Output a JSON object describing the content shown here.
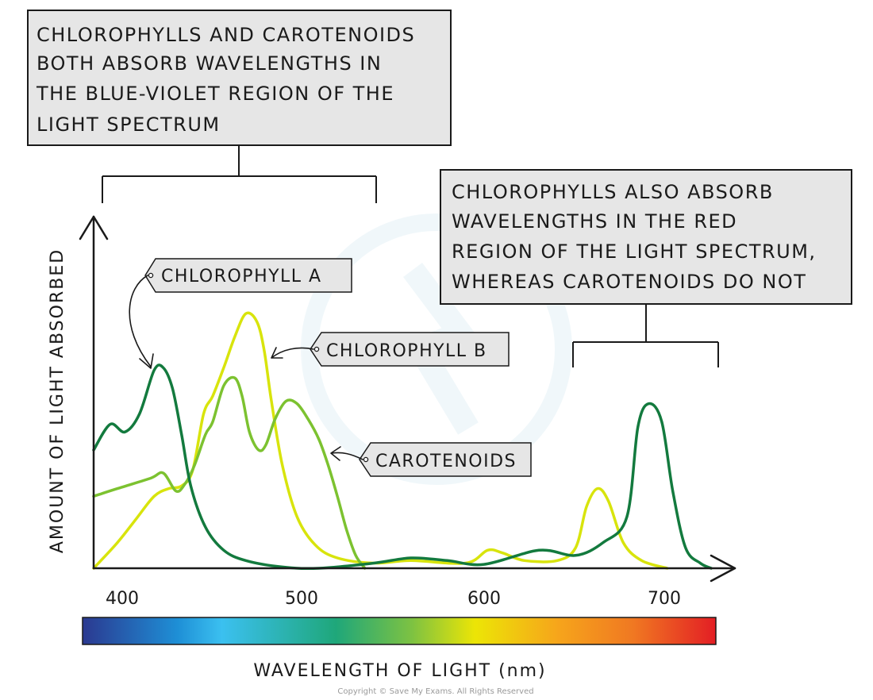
{
  "callouts": {
    "blue_violet": [
      "CHLOROPHYLLS AND CAROTENOIDS",
      "BOTH ABSORB WAVELENGTHS IN",
      "THE BLUE-VIOLET REGION OF THE",
      "LIGHT SPECTRUM"
    ],
    "red": [
      "CHLOROPHYLLS ALSO ABSORB",
      "WAVELENGTHS IN THE RED",
      "REGION OF THE LIGHT SPECTRUM,",
      "WHEREAS CAROTENOIDS DO NOT"
    ]
  },
  "colors": {
    "chlorophyll_a": "#137a3e",
    "chlorophyll_b": "#7cc230",
    "carotenoids": "#d8e40c",
    "box_fill": "#e6e6e6",
    "ink": "#1a1a1a"
  },
  "copyright": "Copyright © Save My Exams. All Rights Reserved",
  "chart_data": {
    "type": "line",
    "xlabel": "WAVELENGTH OF LIGHT (nm)",
    "ylabel": "AMOUNT OF LIGHT ABSORBED",
    "xlim": [
      387,
      730
    ],
    "ylim": [
      0,
      100
    ],
    "x_ticks": [
      400,
      500,
      600,
      700
    ],
    "grid": false,
    "spectrum_bar": true,
    "series": [
      {
        "name": "CHLOROPHYLL A",
        "points": [
          [
            387,
            46
          ],
          [
            396,
            56
          ],
          [
            404,
            53
          ],
          [
            412,
            60
          ],
          [
            420,
            77
          ],
          [
            425,
            78
          ],
          [
            430,
            70
          ],
          [
            435,
            52
          ],
          [
            440,
            32
          ],
          [
            448,
            16
          ],
          [
            458,
            7
          ],
          [
            470,
            3
          ],
          [
            490,
            0.5
          ],
          [
            510,
            0
          ],
          [
            540,
            2
          ],
          [
            560,
            4
          ],
          [
            580,
            3
          ],
          [
            600,
            1.5
          ],
          [
            630,
            7
          ],
          [
            650,
            5
          ],
          [
            665,
            10
          ],
          [
            678,
            20
          ],
          [
            684,
            55
          ],
          [
            690,
            64
          ],
          [
            697,
            57
          ],
          [
            703,
            30
          ],
          [
            710,
            8
          ],
          [
            718,
            2
          ],
          [
            724,
            0
          ]
        ]
      },
      {
        "name": "CHLOROPHYLL B",
        "points": [
          [
            387,
            0
          ],
          [
            400,
            10
          ],
          [
            410,
            19
          ],
          [
            420,
            28
          ],
          [
            428,
            31
          ],
          [
            435,
            32
          ],
          [
            441,
            38
          ],
          [
            447,
            60
          ],
          [
            452,
            67
          ],
          [
            458,
            78
          ],
          [
            464,
            90
          ],
          [
            470,
            99
          ],
          [
            476,
            96
          ],
          [
            480,
            85
          ],
          [
            484,
            65
          ],
          [
            490,
            40
          ],
          [
            498,
            20
          ],
          [
            508,
            9
          ],
          [
            520,
            4
          ],
          [
            540,
            2
          ],
          [
            560,
            3
          ],
          [
            590,
            2
          ],
          [
            602,
            7
          ],
          [
            610,
            6
          ],
          [
            622,
            3
          ],
          [
            640,
            3
          ],
          [
            650,
            8
          ],
          [
            656,
            24
          ],
          [
            662,
            31
          ],
          [
            668,
            26
          ],
          [
            676,
            10
          ],
          [
            686,
            3
          ],
          [
            700,
            0
          ]
        ]
      },
      {
        "name": "CAROTENOIDS",
        "points": [
          [
            387,
            28
          ],
          [
            400,
            31
          ],
          [
            418,
            35
          ],
          [
            425,
            37
          ],
          [
            432,
            30
          ],
          [
            437,
            33
          ],
          [
            442,
            40
          ],
          [
            448,
            52
          ],
          [
            452,
            57
          ],
          [
            458,
            71
          ],
          [
            464,
            74
          ],
          [
            468,
            67
          ],
          [
            472,
            53
          ],
          [
            477,
            46
          ],
          [
            481,
            48
          ],
          [
            486,
            58
          ],
          [
            492,
            65
          ],
          [
            498,
            64
          ],
          [
            504,
            58
          ],
          [
            510,
            50
          ],
          [
            515,
            40
          ],
          [
            520,
            28
          ],
          [
            525,
            15
          ],
          [
            530,
            5
          ],
          [
            535,
            0
          ]
        ]
      }
    ]
  }
}
